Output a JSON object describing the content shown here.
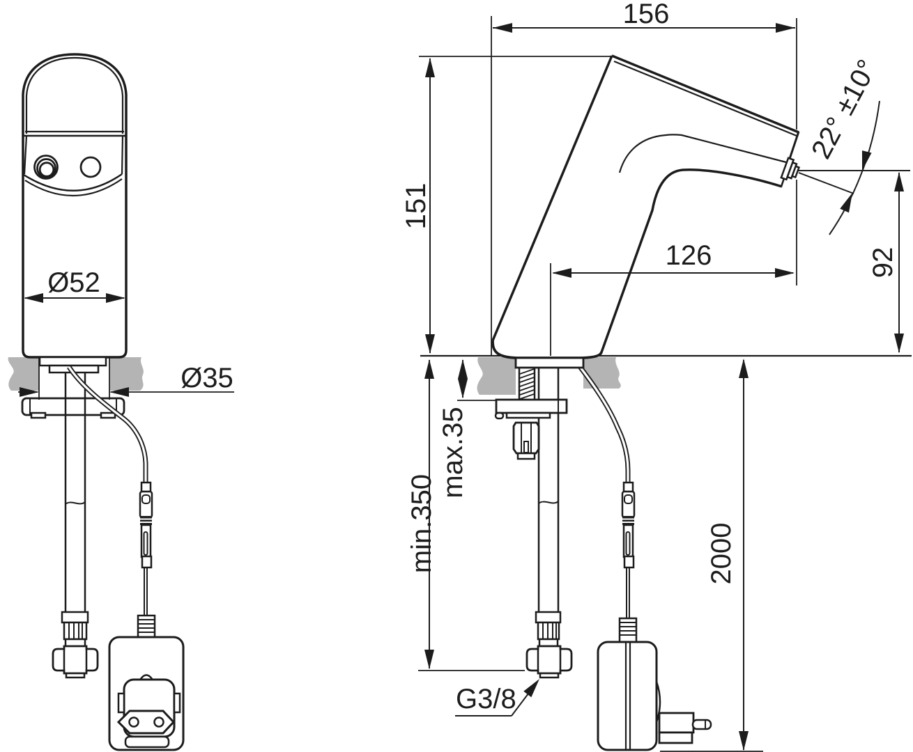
{
  "front_view": {
    "body_diameter": "Ø52",
    "hole_diameter": "Ø35"
  },
  "side_view": {
    "projection_width": "156",
    "body_height": "151",
    "spout_angle": "22° ±10°",
    "outlet_height": "92",
    "spout_reach": "126",
    "deck_thickness_max": "max.35",
    "hose_min_length": "min.350",
    "cable_length": "2000",
    "inlet_thread": "G3/8"
  },
  "colors": {
    "line": "#1c1c1c",
    "counter_fill": "#b4b4b4",
    "background": "#ffffff"
  }
}
